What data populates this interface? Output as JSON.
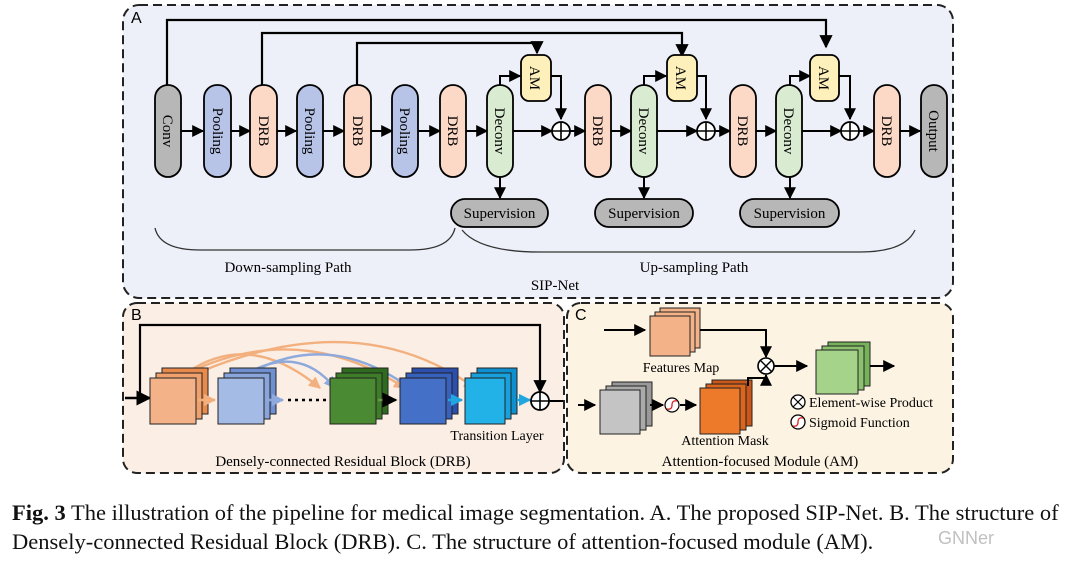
{
  "panels": {
    "a": {
      "letter": "A",
      "name": "SIP-Net",
      "down_path": "Down-sampling Path",
      "up_path": "Up-sampling Path"
    },
    "b": {
      "letter": "B",
      "title": "Densely-connected Residual Block (DRB)",
      "transition": "Transition Layer"
    },
    "c": {
      "letter": "C",
      "title": "Attention-focused Module (AM)",
      "features": "Features Map",
      "mask": "Attention Mask",
      "legend_product": "Element-wise Product",
      "legend_sigmoid": "Sigmoid Function"
    }
  },
  "blocks": {
    "conv": "Conv",
    "pooling": "Pooling",
    "drb": "DRB",
    "deconv": "Deconv",
    "am": "AM",
    "output": "Output",
    "supervision": "Supervision"
  },
  "caption": {
    "label": "Fig. 3",
    "text": " The illustration of the pipeline for medical image segmentation. A. The proposed SIP-Net. B. The structure of Densely-connected Residual Block (DRB). C. The structure of attention-focused module (AM)."
  },
  "watermark": "GNNer",
  "colors": {
    "panel_a_bg": "#eef0f9",
    "panel_b_bg": "#fbeee5",
    "panel_c_bg": "#fcf3e2",
    "gray_block": "#b7b7b7",
    "blue_block": "#b7c4e8",
    "pink_block": "#fbd9c6",
    "green_block": "#d9ecd2",
    "yellow_block": "#fdf0bb"
  }
}
